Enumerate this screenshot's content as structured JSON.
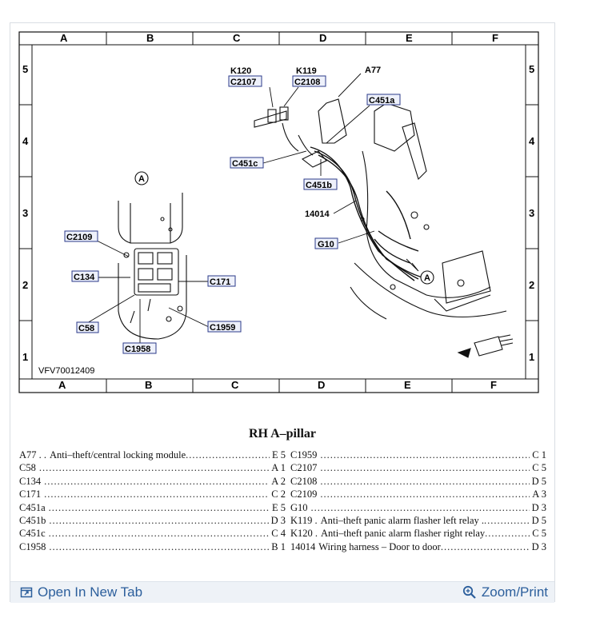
{
  "diagram": {
    "columns": [
      "A",
      "B",
      "C",
      "D",
      "E",
      "F"
    ],
    "rows": [
      "5",
      "4",
      "3",
      "2",
      "1"
    ],
    "figure_id": "VFV70012409",
    "callout": "A",
    "labels": {
      "k120": "K120",
      "c2107": "C2107",
      "k119": "K119",
      "c2108": "C2108",
      "a77": "A77",
      "c451a": "C451a",
      "c451c": "C451c",
      "c451b": "C451b",
      "h14014": "14014",
      "g10": "G10",
      "c2109": "C2109",
      "c134": "C134",
      "c171": "C171",
      "c58": "C58",
      "c1959": "C1959",
      "c1958": "C1958"
    }
  },
  "caption": "RH A–pillar",
  "legend_left": [
    {
      "code": "A77 . .",
      "desc": "Anti–theft/central locking module",
      "loc": "E 5"
    },
    {
      "code": "C58",
      "desc": "",
      "loc": "A 1"
    },
    {
      "code": "C134",
      "desc": "",
      "loc": "A 2"
    },
    {
      "code": "C171",
      "desc": "",
      "loc": "C 2"
    },
    {
      "code": "C451a",
      "desc": "",
      "loc": "E 5"
    },
    {
      "code": "C451b",
      "desc": "",
      "loc": "D 3"
    },
    {
      "code": "C451c",
      "desc": "",
      "loc": "C 4"
    },
    {
      "code": "C1958",
      "desc": "",
      "loc": "B 1"
    }
  ],
  "legend_right": [
    {
      "code": "C1959",
      "desc": "",
      "loc": "C 1"
    },
    {
      "code": "C2107",
      "desc": "",
      "loc": "C 5"
    },
    {
      "code": "C2108",
      "desc": "",
      "loc": "D 5"
    },
    {
      "code": "C2109",
      "desc": "",
      "loc": "A 3"
    },
    {
      "code": "G10",
      "desc": "",
      "loc": "D 3"
    },
    {
      "code": "K119 .",
      "desc": "Anti–theft panic alarm flasher left relay .",
      "loc": "D 5"
    },
    {
      "code": "K120 .",
      "desc": "Anti–theft panic alarm flasher right relay",
      "loc": "C 5"
    },
    {
      "code": "14014",
      "desc": "Wiring harness – Door to door",
      "loc": "D 3"
    }
  ],
  "footer": {
    "open_tab": "Open In New Tab",
    "zoom_print": "Zoom/Print"
  },
  "colors": {
    "link": "#2c5f9c",
    "label_box": "#2b3a8a",
    "footer_bg": "#eef2f7"
  }
}
